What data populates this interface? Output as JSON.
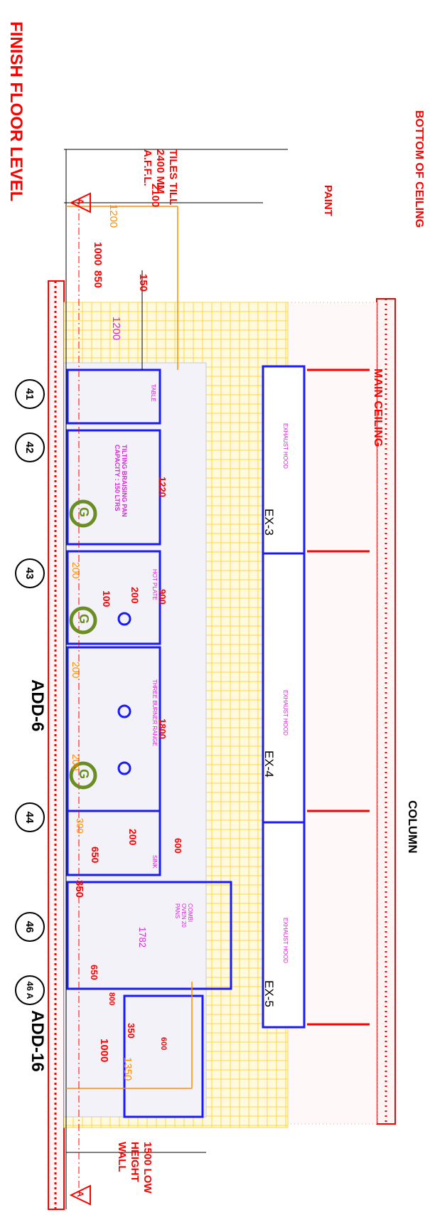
{
  "labels": {
    "finish_floor": "FINISH FLOOR LEVEL",
    "bottom_ceiling": "BOTTOM OF CEILING",
    "paint": "PAINT",
    "main_ceiling": "MAIN CEILING",
    "column": "COLUMN",
    "tiles_note": "TILES TILL 2400 MM A.F.F.L.",
    "low_wall": "1500 LOW HEIGHT WALL"
  },
  "dims": {
    "d2100": "2100",
    "d1200a": "1200",
    "d1000": "1000",
    "d850": "850",
    "d150": "150",
    "d1200b": "1200",
    "d1220": "1220",
    "d900": "900",
    "d1800": "1800",
    "d600": "600",
    "d1350": "1350",
    "d1000b": "1000",
    "d650": "650",
    "d800": "800",
    "d350": "350",
    "d200a": "200",
    "d200b": "200",
    "d200c": "200",
    "d100": "100",
    "d200d": "200",
    "d200e": "200",
    "d350b": "350",
    "d650b": "650",
    "d1782": "1782",
    "d300": "300",
    "d600b": "600"
  },
  "equipment": [
    {
      "num": "41",
      "name": "TABLE"
    },
    {
      "num": "42",
      "name": "TILTING BRAISING PAN CAPACITY : 150 LTRS"
    },
    {
      "num": "43",
      "name": "HOT PLATE"
    },
    {
      "num": "44",
      "name": "SINK"
    },
    {
      "num": "46",
      "name": "COMBI OVEN 20 PANS"
    },
    {
      "num": "46 A",
      "name": ""
    }
  ],
  "add_labels": {
    "add6": "ADD-6",
    "add16": "ADD-16"
  },
  "range": "THREE BURNER RANGE",
  "hoods": [
    {
      "tag": "EX-3",
      "label": "EXHAUST HOOD"
    },
    {
      "tag": "EX-4",
      "label": "EXHAUST HOOD"
    },
    {
      "tag": "EX-5",
      "label": "EXHAUST HOOD"
    }
  ],
  "gas_marker": "G",
  "section_marker": "A",
  "colors": {
    "red": "#ff0000",
    "blue": "#1a1aff",
    "orange": "#ff8c00",
    "magenta": "#e020e0",
    "green": "#6b8e23",
    "tile": "#ffe27a"
  }
}
